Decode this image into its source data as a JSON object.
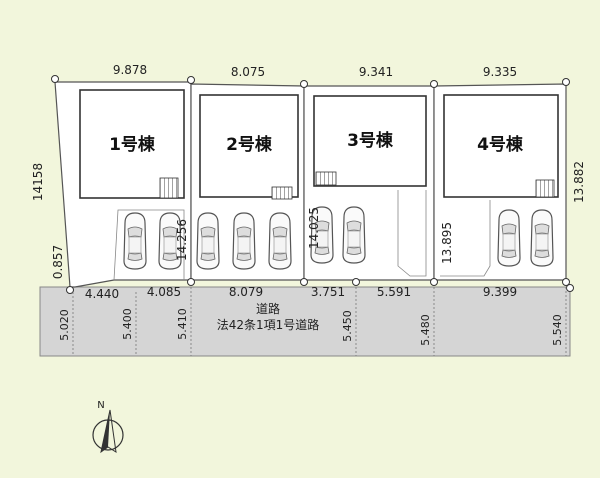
{
  "buildings": [
    {
      "label": "1号棟"
    },
    {
      "label": "2号棟"
    },
    {
      "label": "3号棟"
    },
    {
      "label": "4号棟"
    }
  ],
  "dimensions": {
    "top_1": "9.878",
    "top_2": "8.075",
    "top_3": "9.341",
    "top_4": "9.335",
    "left_side": "14158",
    "right_side": "13.882",
    "corner_cut": "0.857",
    "inner_2": "14.256",
    "inner_3": "14.025",
    "inner_4": "13.895",
    "front_1": "4.440",
    "front_2": "4.085",
    "front_3": "8.079",
    "front_4": "3.751",
    "front_5": "5.591",
    "front_6": "9.399",
    "road_w1": "5.020",
    "road_w2": "5.400",
    "road_w3": "5.410",
    "road_w4": "5.450",
    "road_w5": "5.480",
    "road_w6": "5.540"
  },
  "road": {
    "name": "道路",
    "type": "法42条1項1号道路"
  },
  "compass": {
    "north": "N"
  },
  "colors": {
    "background": "#f2f6dc",
    "lot": "#ffffff",
    "road": "#d5d5d5",
    "building": "#ffffff",
    "outline": "#555555"
  }
}
